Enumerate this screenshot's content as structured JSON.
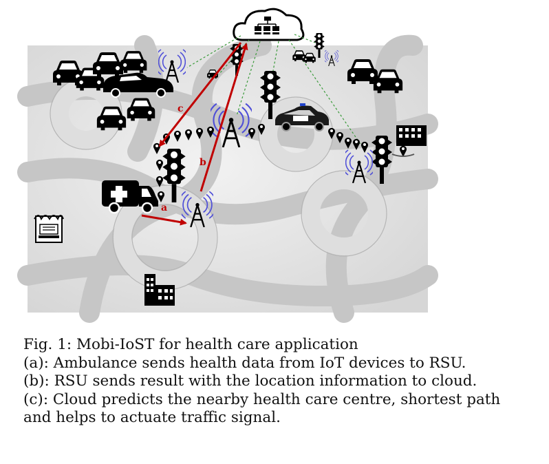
{
  "figure": {
    "arrow_labels": {
      "a": "a",
      "b": "b",
      "c": "c"
    },
    "colors": {
      "arrow": "#c00000",
      "dashed_link": "#3a9a3a",
      "map_road": "#c9c9c9",
      "map_background": "#e4e4e4",
      "rsu_wave": "#4f4fd8",
      "icon": "#000000"
    },
    "icons": [
      "cloud-server-icon",
      "ambulance-icon",
      "police-car-icon",
      "car-icon",
      "traffic-light-icon",
      "rsu-tower-icon",
      "location-pin-icon",
      "hospital-building-icon",
      "pharmacy-shop-icon"
    ]
  },
  "caption": {
    "title": "Fig. 1: Mobi-IoST for health care application",
    "line_a": "(a): Ambulance sends health data from IoT devices to RSU.",
    "line_b": "(b): RSU sends result with the location information to cloud.",
    "line_c1": "(c): Cloud predicts the nearby health care centre, shortest path",
    "line_c2": "and helps to actuate traffic signal."
  }
}
